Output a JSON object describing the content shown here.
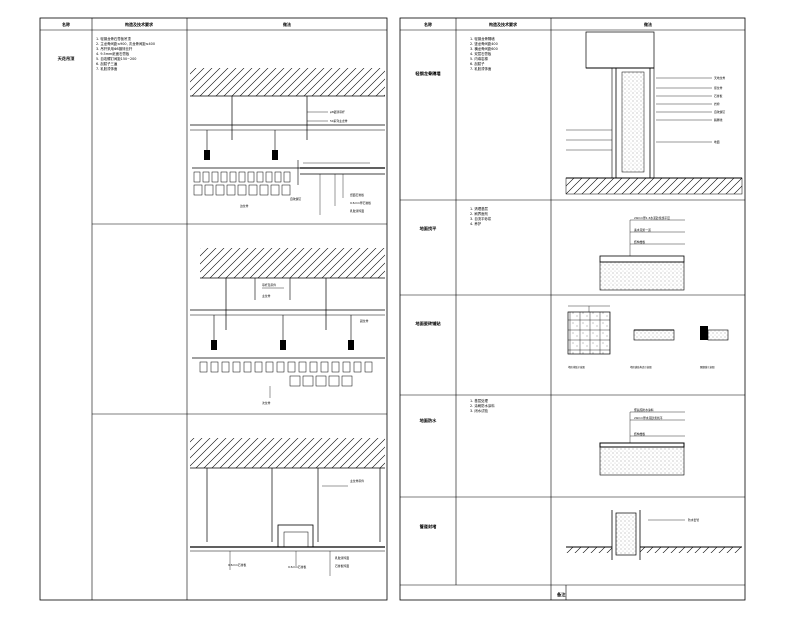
{
  "left_table": {
    "headers": [
      "名称",
      "构造及技术要求",
      "做法"
    ],
    "row_label": "天花吊顶",
    "spec_lines": [
      "1. 轻钢龙骨石膏板吊顶",
      "2. 主龙骨间距≤900, 次龙骨间距≤400",
      "3. 吊杆采用Φ8镀锌丝杆",
      "4. 9.5mm纸面石膏板",
      "5. 自攻螺钉间距150~200",
      "6. 刮腻子三遍",
      "7. 乳胶漆饰面"
    ],
    "detail1_notes": [
      "φ8镀锌吊杆",
      "50系列主龙骨",
      "纸面石膏板",
      "9.5mm厚石膏板",
      "乳胶漆饰面",
      "自攻螺钉",
      "边龙骨"
    ],
    "detail2_notes": [
      "吊杆及吊件",
      "主龙骨",
      "副龙骨",
      "次龙骨"
    ],
    "detail3_notes": [
      "主龙骨吊件",
      "9.5mm石膏板",
      "9.5mm石膏板",
      "乳胶漆饰面",
      "石膏板饰面"
    ]
  },
  "right_table": {
    "headers": [
      "名称",
      "构造及技术要求",
      "做法"
    ],
    "rows": [
      {
        "label": "轻钢龙骨隔墙",
        "spec": [
          "1. 轻钢龙骨隔墙",
          "2. 竖龙骨间距400",
          "3. 横龙骨间距600",
          "4. 双层石膏板",
          "5. 内填岩棉",
          "6. 刮腻子",
          "7. 乳胶漆饰面"
        ],
        "notes": [
          "天地龙骨",
          "竖龙骨",
          "石膏板",
          "岩棉",
          "自攻螺钉",
          "踢脚线",
          "地面"
        ]
      },
      {
        "label": "地面找平",
        "spec": [
          "1. 清理基层",
          "2. 刷界面剂",
          "3. 自流平砂浆",
          "4. 养护"
        ],
        "notes": [
          "20mm厚1:3水泥砂浆找平层",
          "素水泥浆一道",
          "结构楼板"
        ]
      },
      {
        "label": "地面瓷砖铺贴",
        "spec": [],
        "notes": [
          "地砖排版示意图",
          "地砖铺贴构造示意图",
          "踢脚线示意图"
        ]
      },
      {
        "label": "地面防水",
        "spec": [
          "1. 基层处理",
          "2. 涂刷防水涂料",
          "3. 闭水试验"
        ],
        "notes": [
          "聚氨酯防水涂料",
          "20mm厚水泥砂浆找平",
          "结构楼板"
        ]
      },
      {
        "label": "管道封堵",
        "spec": [],
        "notes": [
          "防水套管"
        ]
      }
    ],
    "footer_label": "备注"
  }
}
